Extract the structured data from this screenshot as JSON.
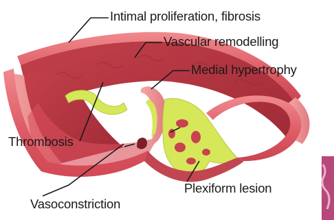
{
  "labels": {
    "intimal": "Intimal proliferation, fibrosis",
    "vascular": "Vascular remodelling",
    "medial": "Medial hypertrophy",
    "thrombosis": "Thrombosis",
    "plexiform": "Plexiform lesion",
    "vasoconstriction": "Vasoconstriction"
  },
  "colors": {
    "vessel_outer": "#e2656c",
    "vessel_inner": "#c8434d",
    "lumen": "#b7343f",
    "intima": "#d6e75a",
    "text": "#1a1a1a",
    "inset": "#b8477a"
  }
}
